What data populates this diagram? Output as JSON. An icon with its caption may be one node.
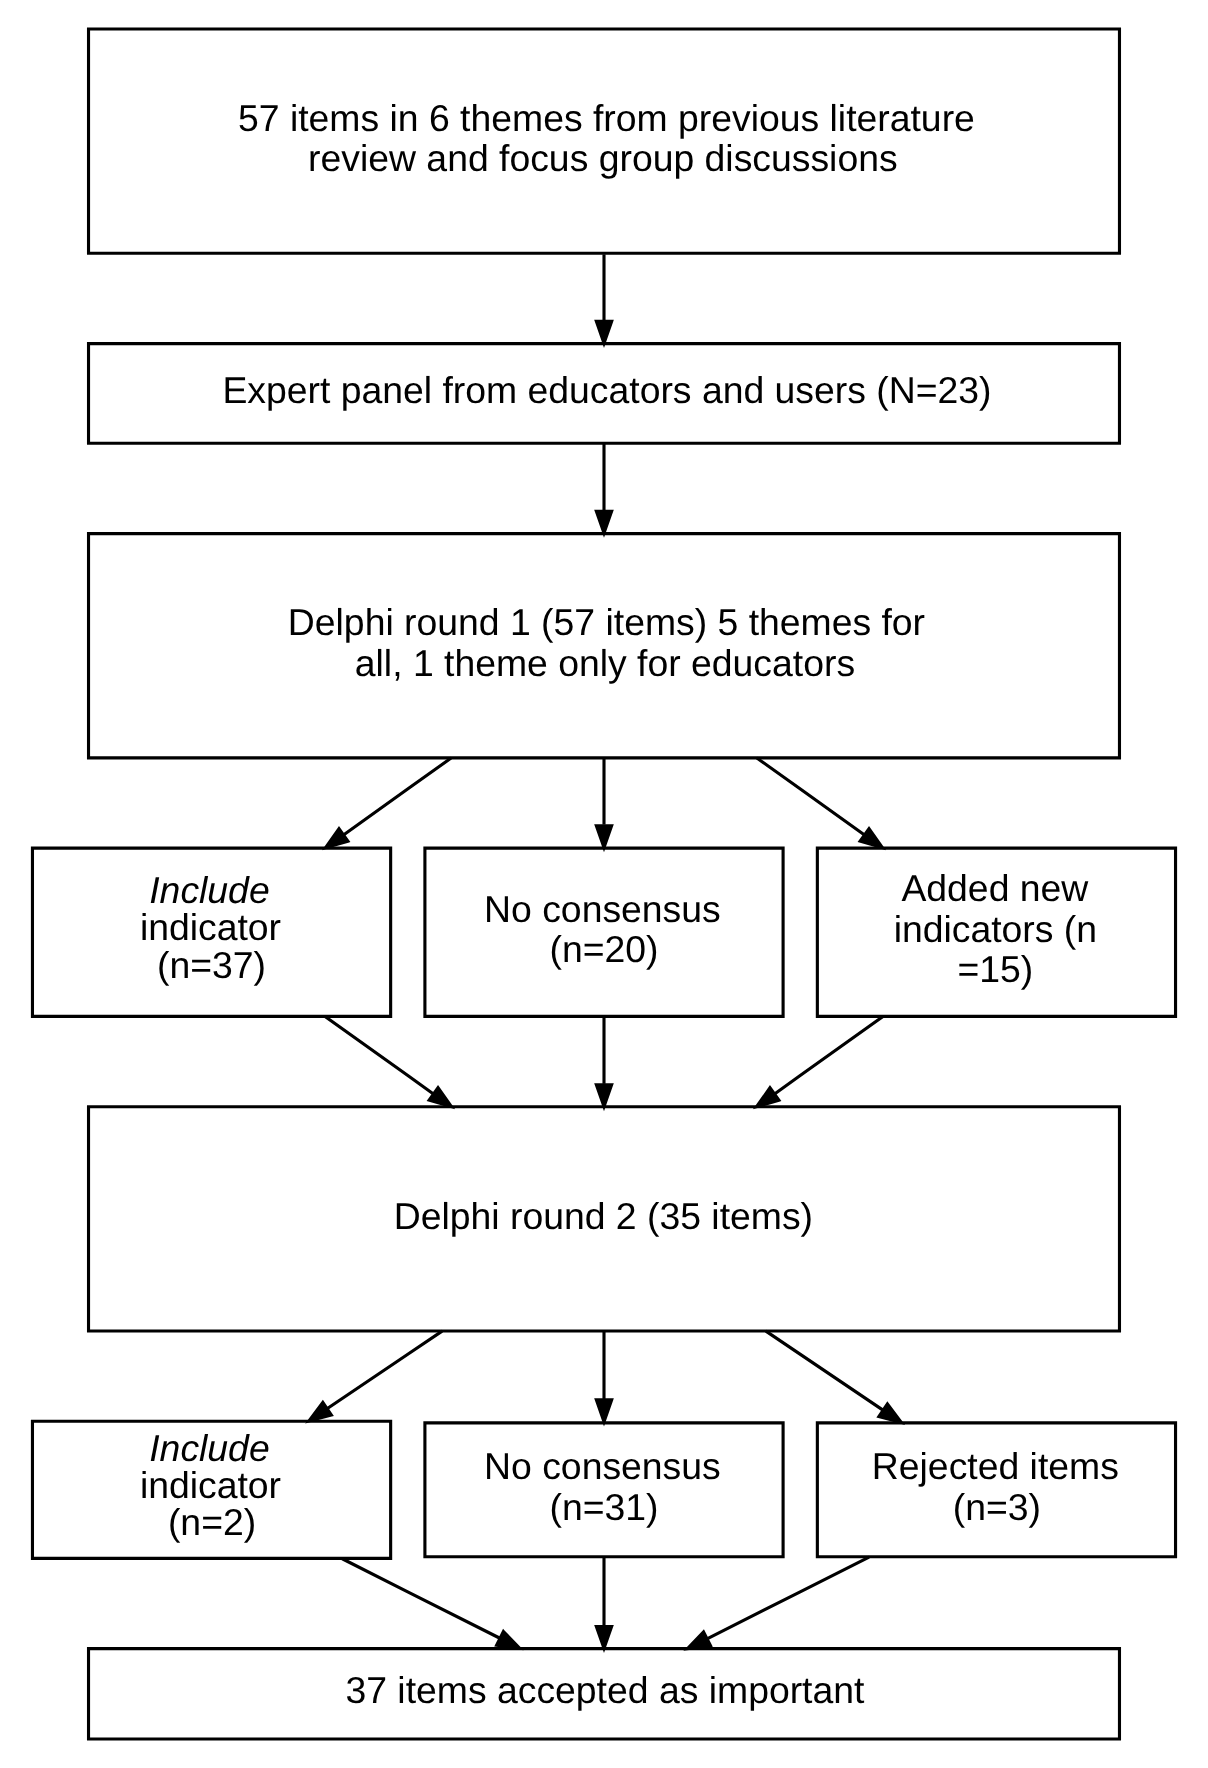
{
  "diagram": {
    "nodes": [
      {
        "text": [
          "57 items in 6 themes from previous literature review and focus group discussions"
        ]
      },
      {
        "text": [
          "Expert panel from educators and users (N=23)"
        ]
      },
      {
        "text": [
          "Delphi round 1 (57 items) 5 themes for all, 1 theme only for educators"
        ]
      },
      {
        "text": [
          "*Include* indicator (n=37)"
        ]
      },
      {
        "text": [
          "No consensus (n=20)"
        ]
      },
      {
        "text": [
          "Added new indicators (n =15)"
        ]
      },
      {
        "text": [
          "Delphi round 2 (35 items)"
        ]
      },
      {
        "text": [
          "*Include* indicator (n=2)"
        ]
      },
      {
        "text": [
          "No consensus (n=31)"
        ]
      },
      {
        "text": [
          "Rejected items (n=3)"
        ]
      },
      {
        "text": [
          "37 items accepted as important"
        ]
      }
    ],
    "edges": [
      {
        "from": 0,
        "to": 1,
        "arrow": "to"
      },
      {
        "from": 1,
        "to": 2,
        "arrow": "to"
      },
      {
        "from": 2,
        "to": 3,
        "arrow": "to"
      },
      {
        "from": 2,
        "to": 4,
        "arrow": "to"
      },
      {
        "from": 2,
        "to": 5,
        "arrow": "to"
      },
      {
        "from": 3,
        "to": 6,
        "arrow": "to"
      },
      {
        "from": 4,
        "to": 6,
        "arrow": "to"
      },
      {
        "from": 5,
        "to": 6,
        "arrow": "to"
      },
      {
        "from": 6,
        "to": 7,
        "arrow": "to"
      },
      {
        "from": 6,
        "to": 8,
        "arrow": "to"
      },
      {
        "from": 6,
        "to": 9,
        "arrow": "to"
      },
      {
        "from": 7,
        "to": 10,
        "arrow": "to"
      },
      {
        "from": 8,
        "to": 10,
        "arrow": "to"
      },
      {
        "from": 9,
        "to": 10,
        "arrow": "to"
      }
    ]
  }
}
